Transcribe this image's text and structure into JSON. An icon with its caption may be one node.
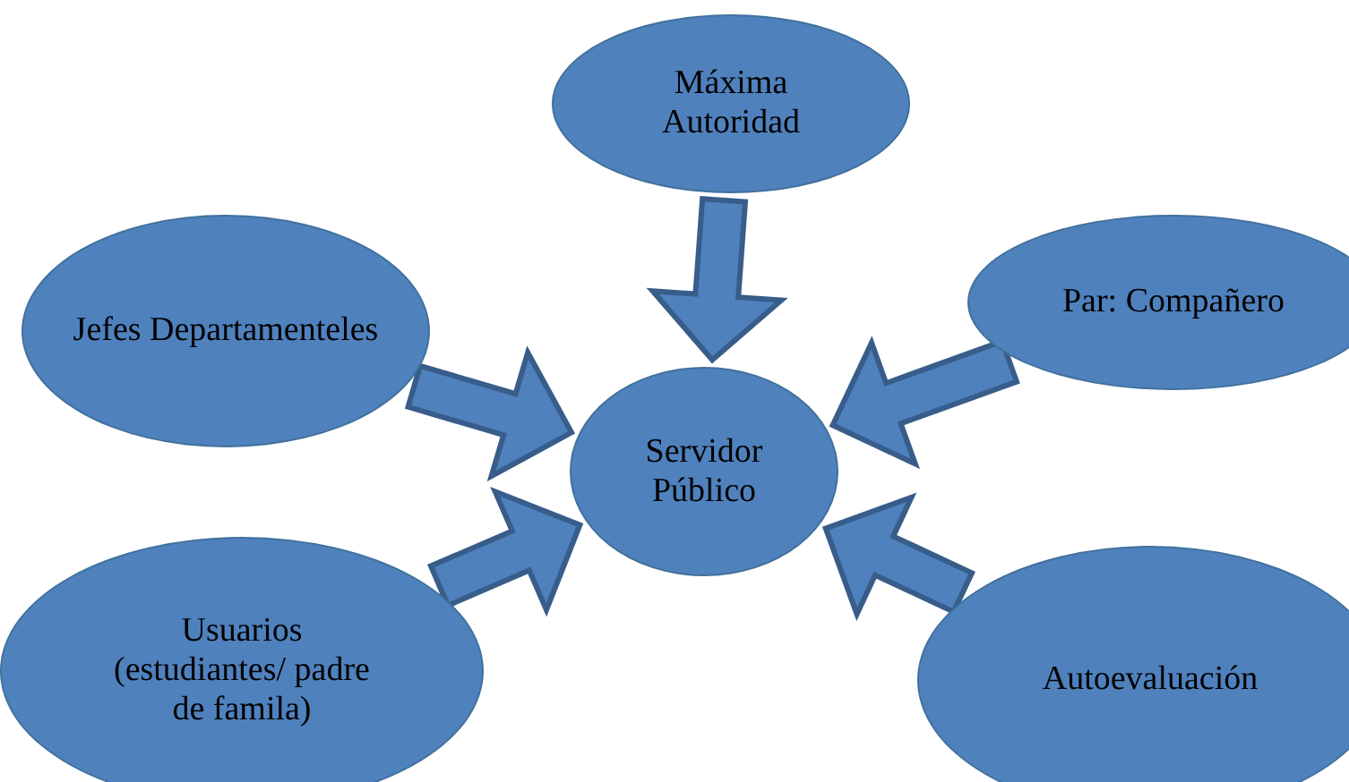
{
  "diagram": {
    "nodes": [
      {
        "text": [
          "Máxima Autoridad"
        ]
      },
      {
        "text": [
          "Jefes Departamenteles"
        ]
      },
      {
        "text": [
          "Par: Compañero"
        ]
      },
      {
        "text": [
          "Servidor Público"
        ]
      },
      {
        "text": [
          "Usuarios (estudiantes/ padre de famila)"
        ]
      },
      {
        "text": [
          "Autoevaluación"
        ]
      }
    ],
    "edges": [
      {
        "from": 0,
        "to": 3,
        "arrow": "to"
      },
      {
        "from": 1,
        "to": 3,
        "arrow": "to"
      },
      {
        "from": 2,
        "to": 3,
        "arrow": "to"
      },
      {
        "from": 4,
        "to": 3,
        "arrow": "to"
      },
      {
        "from": 5,
        "to": 3,
        "arrow": "to"
      }
    ]
  }
}
